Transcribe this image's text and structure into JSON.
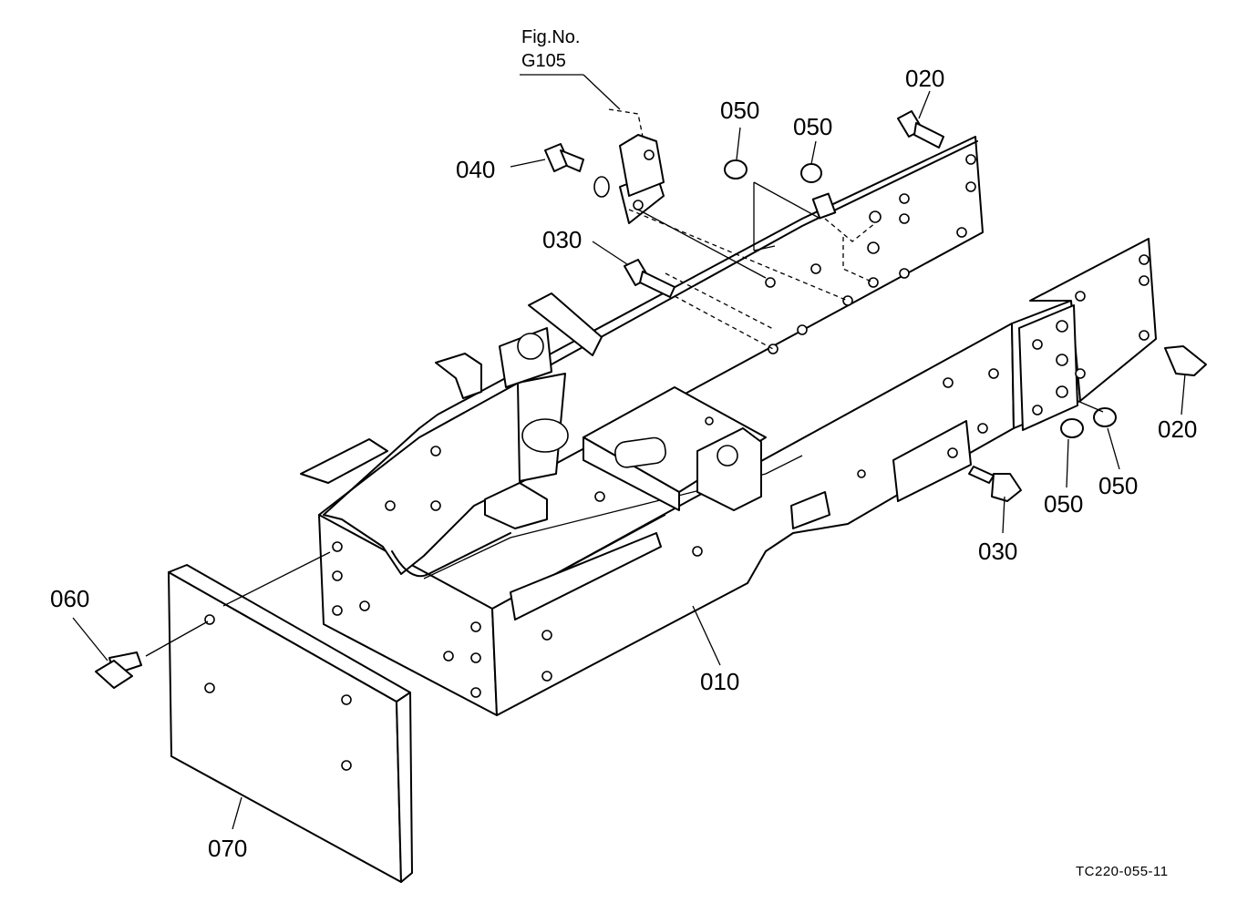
{
  "figure_ref": {
    "line1": "Fig.No.",
    "line2": "G105"
  },
  "callouts": [
    {
      "id": "c-020-top",
      "text": "020"
    },
    {
      "id": "c-050-a",
      "text": "050"
    },
    {
      "id": "c-050-b",
      "text": "050"
    },
    {
      "id": "c-040",
      "text": "040"
    },
    {
      "id": "c-030-top",
      "text": "030"
    },
    {
      "id": "c-020-right",
      "text": "020"
    },
    {
      "id": "c-050-c",
      "text": "050"
    },
    {
      "id": "c-050-d",
      "text": "050"
    },
    {
      "id": "c-030-right",
      "text": "030"
    },
    {
      "id": "c-060",
      "text": "060"
    },
    {
      "id": "c-010",
      "text": "010"
    },
    {
      "id": "c-070",
      "text": "070"
    }
  ],
  "drawing_code": "TC220-055-11"
}
